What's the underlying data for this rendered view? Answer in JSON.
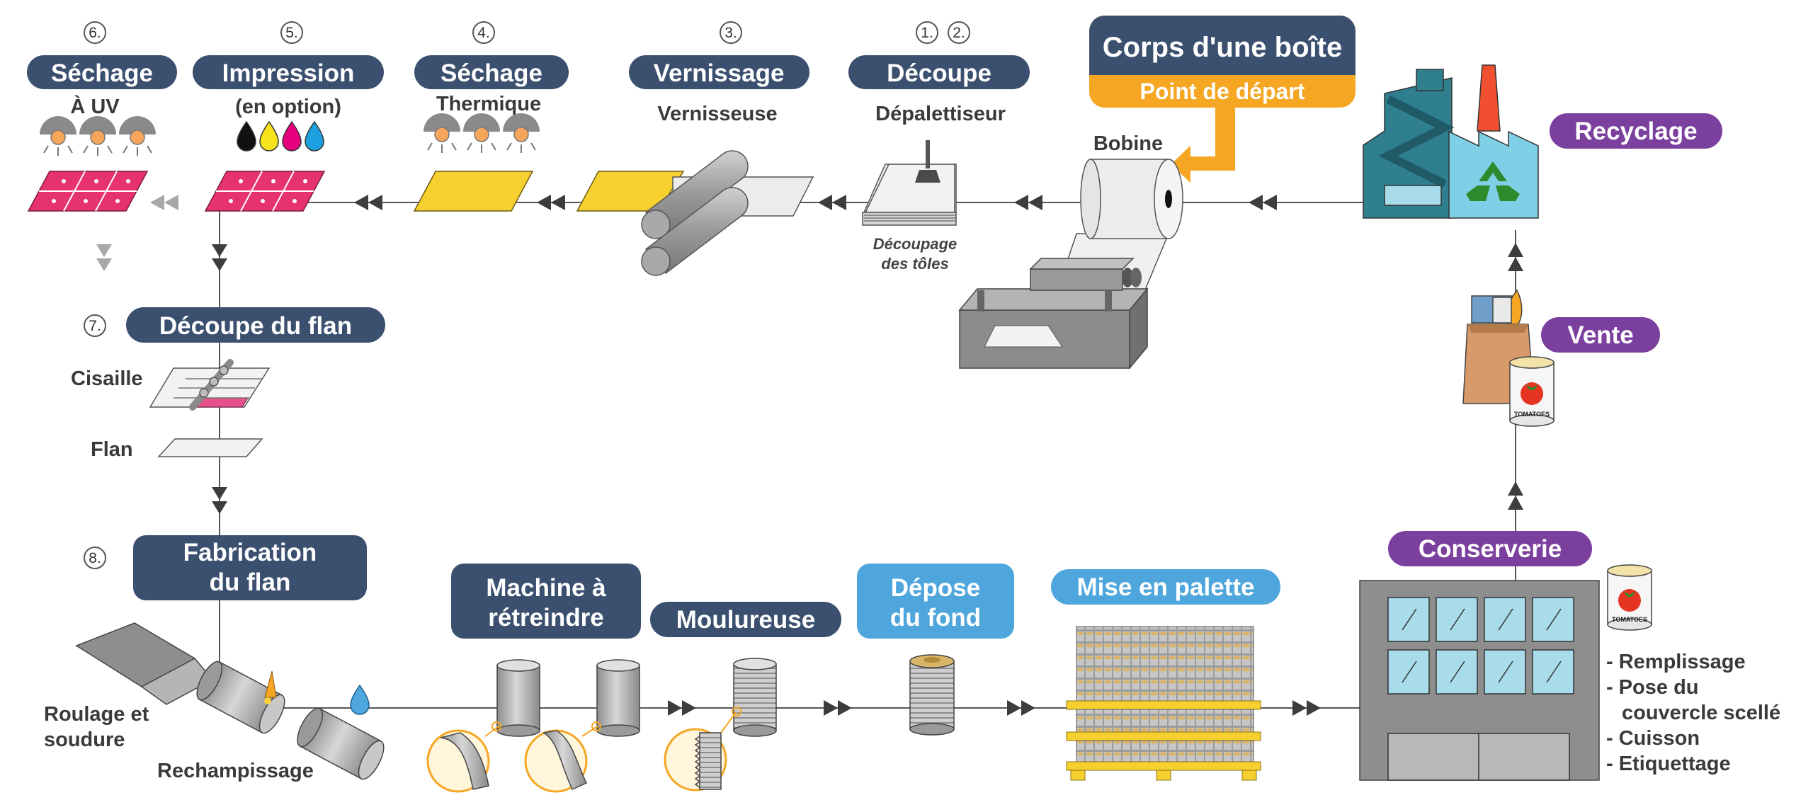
{
  "start": {
    "title": "Corps d'une boîte",
    "subtitle": "Point de départ"
  },
  "steps": {
    "s1": {
      "num": "1.",
      "title": "Découpe",
      "machine": "Dépalettiseur",
      "note_line1": "Découpage",
      "note_line2": "des tôles"
    },
    "s2": {
      "num": "2."
    },
    "s3": {
      "num": "3.",
      "title": "Vernissage",
      "machine": "Vernisseuse"
    },
    "s4": {
      "num": "4.",
      "title": "Séchage",
      "machine": "Thermique"
    },
    "s5": {
      "num": "5.",
      "title": "Impression",
      "machine": "(en option)"
    },
    "s6": {
      "num": "6.",
      "title": "Séchage",
      "machine": "À UV"
    },
    "s7": {
      "num": "7.",
      "title": "Découpe du flan",
      "cisaille": "Cisaille",
      "flan": "Flan"
    },
    "s8": {
      "num": "8.",
      "title_line1": "Fabrication",
      "title_line2": "du flan",
      "roulage_line1": "Roulage et",
      "roulage_line2": "soudure",
      "rechampissage": "Rechampissage"
    }
  },
  "bobine": "Bobine",
  "bottom": {
    "retreindre_line1": "Machine à",
    "retreindre_line2": "rétreindre",
    "moulureuse": "Moulureuse",
    "depose_line1": "Dépose",
    "depose_line2": "du fond",
    "palette": "Mise en palette",
    "conserverie": "Conserverie",
    "tasks": [
      "- Remplissage",
      "- Pose du",
      "couvercle scellé",
      "- Cuisson",
      "- Etiquettage"
    ]
  },
  "right": {
    "vente": "Vente",
    "recyclage": "Recyclage",
    "can_label": "TOMATOES"
  },
  "colors": {
    "navy": "#3b4f6e",
    "orange": "#f5a623",
    "purple": "#7b3f9e",
    "lightblue": "#4ea6dc",
    "pink": "#e6326e",
    "yellow": "#f5d02f"
  },
  "icons": [
    "uv-lamp-icon",
    "ink-drop-icon",
    "recycle-icon",
    "tomato-icon",
    "arrow-icon"
  ]
}
